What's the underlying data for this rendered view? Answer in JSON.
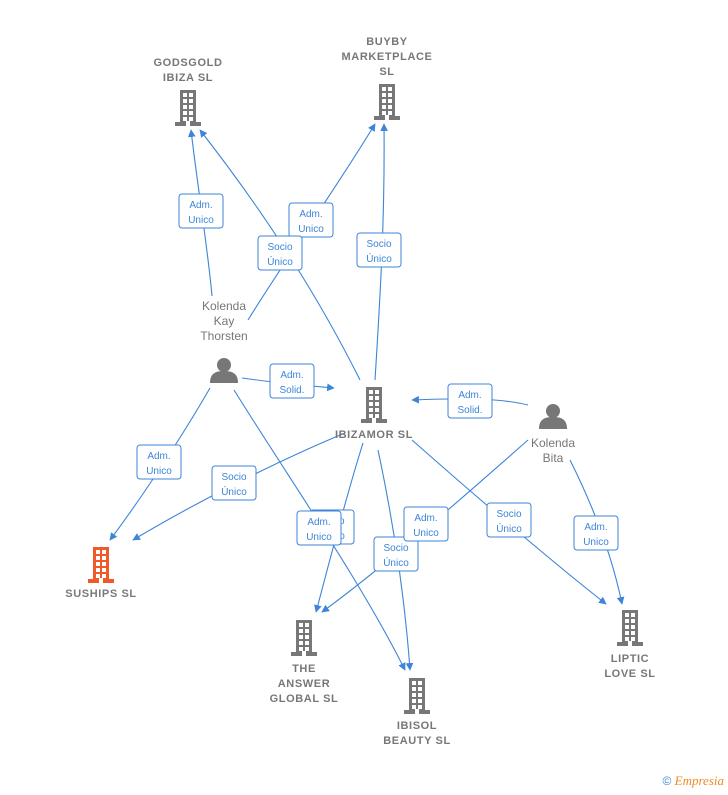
{
  "colors": {
    "edge": "#3d85d8",
    "node": "#777777",
    "highlight": "#f05a28",
    "label": "#777777"
  },
  "nodes": [
    {
      "id": "godsgold",
      "kind": "company",
      "lines": [
        "GODSGOLD",
        "IBIZA  SL"
      ]
    },
    {
      "id": "buyby",
      "kind": "company",
      "lines": [
        "BUYBY",
        "MARKETPLACE",
        "SL"
      ]
    },
    {
      "id": "ibizamor",
      "kind": "company",
      "lines": [
        "IBIZAMOR  SL"
      ]
    },
    {
      "id": "suships",
      "kind": "company",
      "highlight": true,
      "lines": [
        "SUSHIPS  SL"
      ]
    },
    {
      "id": "answer",
      "kind": "company",
      "lines": [
        "THE",
        "ANSWER",
        "GLOBAL  SL"
      ]
    },
    {
      "id": "ibisol",
      "kind": "company",
      "lines": [
        "IBISOL",
        "BEAUTY  SL"
      ]
    },
    {
      "id": "liptic",
      "kind": "company",
      "lines": [
        "LIPTIC",
        "LOVE  SL"
      ]
    },
    {
      "id": "kay",
      "kind": "person",
      "lines": [
        "Kolenda",
        "Kay",
        "Thorsten"
      ]
    },
    {
      "id": "bita",
      "kind": "person",
      "lines": [
        "Kolenda",
        "Bita"
      ]
    }
  ],
  "edges": [
    {
      "label": [
        "Adm.",
        "Unico"
      ]
    },
    {
      "label": [
        "Adm.",
        "Unico"
      ]
    },
    {
      "label": [
        "Socio",
        "Único"
      ]
    },
    {
      "label": [
        "Socio",
        "Único"
      ]
    },
    {
      "label": [
        "Adm.",
        "Solid."
      ]
    },
    {
      "label": [
        "Adm.",
        "Solid."
      ]
    },
    {
      "label": [
        "Adm.",
        "Unico"
      ]
    },
    {
      "label": [
        "Socio",
        "Único"
      ]
    },
    {
      "label": [
        "Socio",
        "Único"
      ]
    },
    {
      "label": [
        "Adm.",
        "Unico"
      ]
    },
    {
      "label": [
        "Socio",
        "Único"
      ]
    },
    {
      "label": [
        "Adm.",
        "Unico"
      ]
    },
    {
      "label": [
        "Socio",
        "Único"
      ]
    },
    {
      "label": [
        "Adm.",
        "Unico"
      ]
    }
  ],
  "footer": {
    "copyright": "©",
    "brand": "Empresia"
  }
}
